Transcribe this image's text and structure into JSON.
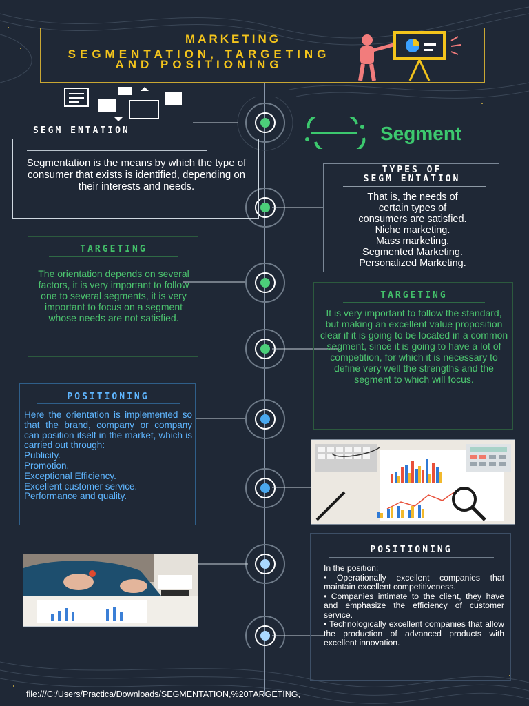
{
  "banner": {
    "top_label": "MARKETING",
    "title": "SEGMENTATION, TARGETING AND POSITIONING"
  },
  "segmentation": {
    "heading": "SEGM ENTATION",
    "text": "Segmentation is the means by which the type of consumer that exists is identified, depending on their interests and needs."
  },
  "segment_logo": {
    "text": "Segment"
  },
  "types_of_segmentation": {
    "heading_line1": "TYPES OF",
    "heading_line2": "SEGM ENTATION",
    "lines": [
      "That is, the needs of",
      "certain types of",
      "consumers are satisfied.",
      "Niche marketing.",
      "Mass marketing.",
      "Segmented Marketing.",
      "Personalized Marketing."
    ]
  },
  "targeting_left": {
    "heading": "TARGETING",
    "text": "The orientation depends on several factors, it is very important to follow one to several segments, it is very important to focus on a segment whose needs are not satisfied."
  },
  "targeting_right": {
    "heading": "TARGETING",
    "text": "It is very important to follow the standard, but making an excellent value proposition clear if it is going to be located in a common segment, since it is going to have a lot of competition, for which it is necessary to define very well the strengths and the segment to which will focus."
  },
  "positioning_left": {
    "heading": "POSITIONING",
    "intro": "Here the orientation is implemented so that the brand, company or company can position itself in the market, which is carried out through:",
    "items": [
      "Publicity.",
      "Promotion.",
      "Exceptional Efficiency.",
      "Excellent customer service.",
      "Performance and quality."
    ]
  },
  "positioning_right": {
    "heading": "POSITIONING",
    "intro": "In the position:",
    "items": [
      "• Operationally excellent companies that maintain excellent competitiveness.",
      "• Companies intimate to the client, they have and emphasize the efficiency of customer service.",
      "• Technologically excellent companies that allow the production of advanced products with excellent innovation."
    ]
  },
  "footer": {
    "path": "file:///C:/Users/Practica/Downloads/SEGMENTATION,%20TARGETING,"
  },
  "colors": {
    "background": "#1f2836",
    "banner_gold": "#f3c41c",
    "green": "#43c06a",
    "blue": "#5fb6ff",
    "white": "#ffffff"
  }
}
